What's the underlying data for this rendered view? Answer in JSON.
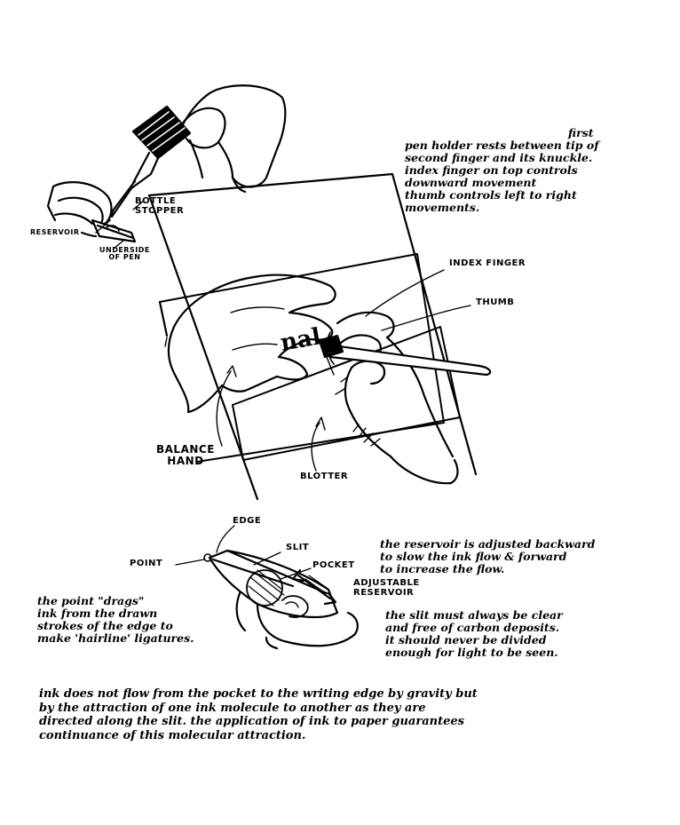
{
  "labels": {
    "bottle_stopper": "BOTTLE\nSTOPPER",
    "reservoir": "RESERVOIR",
    "underside_of_pen": "UNDERSIDE\nOF PEN",
    "index_finger": "INDEX FINGER",
    "thumb": "THUMB",
    "balance_hand": "BALANCE\nHAND",
    "blotter": "BLOTTER",
    "edge": "EDGE",
    "slit": "SLIT",
    "point": "POINT",
    "pocket": "POCKET",
    "adjustable_reservoir": "ADJUSTABLE\nRESERVOIR"
  },
  "notes": {
    "first": "first",
    "grip": "pen holder rests between tip of\nsecond finger and its knuckle.\nindex finger on top controls\ndownward movement\nthumb controls left to right\nmovements.",
    "reservoir_adjust": "the reservoir is adjusted backward\nto slow the ink flow & forward\nto increase the flow.",
    "point_drags": "the point \"drags\"\nink from the drawn\nstrokes of the edge to\nmake 'hairline' ligatures.",
    "slit_clear": "the slit must always be clear\nand free of carbon deposits.\nit should never be divided\nenough for light to be seen.",
    "ink_flow": "ink does not flow from the pocket to the writing edge by gravity but\nby the attraction of one ink molecule to another as they are\ndirected along the slit. the application of ink to paper guarantees\ncontinuance of this molecular attraction."
  },
  "sheet_letters": "nal"
}
